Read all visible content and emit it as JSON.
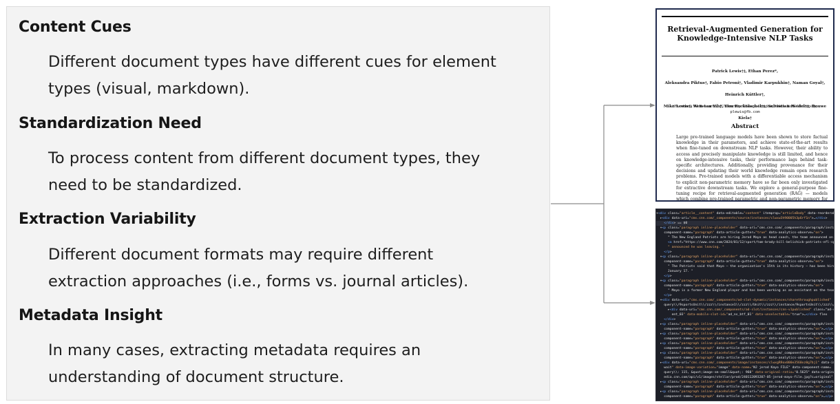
{
  "cues": [
    {
      "title": "Content Cues",
      "body_line1": "Different document types have different cues for element",
      "body_line2": "types (visual, markdown)."
    },
    {
      "title": "Standardization Need",
      "body_line1": "To process content from different document types, they",
      "body_line2": "need to be standardized."
    },
    {
      "title": "Extraction Variability",
      "body_line1": "Different document formats may require different",
      "body_line2": "extraction approaches (i.e., forms vs. journal articles)."
    },
    {
      "title": "Metadata Insight",
      "body_line1": "In many cases, extracting metadata requires an",
      "body_line2": "understanding of document structure."
    }
  ],
  "paper": {
    "title_line1": "Retrieval-Augmented Generation for",
    "title_line2": "Knowledge-Intensive NLP Tasks",
    "authors_line1": "Patrick Lewis†‡, Ethan Perez*,",
    "authors_line2": "Aleksandra Piktus†, Fabio Petroni†, Vladimir Karpukhin†, Naman Goyal†, Heinrich Küttler†,",
    "authors_line3": "Mike Lewis†, Wen-tau Yih†, Tim Rocktäschel†‡, Sebastian Riedel†‡, Douwe Kiela†",
    "affiliation_line1": "†Facebook AI Research; ‡University College London; *New York University;",
    "affiliation_line2": "plewis@fb.com",
    "abstract_heading": "Abstract",
    "abstract_text": "Large pre-trained language models have been shown to store factual knowledge in their parameters, and achieve state-of-the-art results when fine-tuned on downstream NLP tasks. However, their ability to access and precisely manipulate knowledge is still limited, and hence on knowledge-intensive tasks, their performance lags behind task-specific architectures. Additionally, providing provenance for their decisions and updating their world knowledge remain open research problems. Pre-trained models with a differentiable access mechanism to explicit non-parametric memory have so far been only investigated for extractive downstream tasks. We explore a general-purpose fine-tuning recipe for retrieval-augmented generation (RAG) — models which combine pre-trained parametric and non-parametric memory for language generation. We introduce RAG models where the parametric memory is a pre-trained seq2seq model and the non-parametric memory is a dense vector index of Wikipedia, accessed with a pre-trained neural retriever. We compare two RAG formulations, one which conditions on the same retrieved passages across the whole generated sequence, and another which can use different passages per token. We fine-tune and evaluate our models on a wide range of knowledge-"
  },
  "code_lines": [
    "▾<div class=\"article__content\" data-editable=\"content\" itemprop=\"articleBody\" data-reorderable",
    "  ▸<div data-uri=\"cms.cnn.com/_components/source/instances/clwxw3h90005h3p6rf1n\">…</div>",
    "    </div> == $0",
    "  ▾<p class=\"paragraph inline-placeholder\" data-uri=\"cms.cnn.com/_components/paragraph/instan",
    "    component-name=\"paragraph\" data-article-gutter=\"true\" data-analytics-observe=\"on\">",
    "      \" The New England Patriots are hiring Jerod Mayo as head coach, the team announced on Fr",
    "      <a href=\"https://www.cnn.com/2024/01/12/sport/tom-brady-bill-belichick-patriots-nfl-spt-",
    "      \" announced he was leaving. \"",
    "    </p>",
    "  ▾<p class=\"paragraph inline-placeholder\" data-uri=\"cms.cnn.com/_components/paragraph/instan",
    "    component-name=\"paragraph\" data-article-gutter=\"true\" data-analytics-observe=\"on\">",
    "      \" The Patriots said that Mayo – the organization's 15th in its history – has been hired",
    "      January 17. \"",
    "    </p>",
    "  ▾<p class=\"paragraph inline-placeholder\" data-uri=\"cms.cnn.com/_components/paragraph/instan",
    "    component-name=\"paragraph\" data-article-gutter=\"true\" data-analytics-observe=\"on\">",
    "      \" Mayo is a former New England player and has been working as an assistant on the team's",
    "    </p>",
    "  ▾<div data-uri=\"cms.cnn.com/_components/ad-slot-dynamic/instances/sharethroughpublished\" ",
    "    query\\\\/9sportsUnit\\\\/zzz\\\\/instance1\\\\/zzz\\\\/Unit\\\\/zzz\\\\/instance/9sportsUnit\\\\/zzz\\\\/",
    "      ▸<div data-uri=\"cms.cnn.com/_components/ad-slot/instances/cnn-v1published\" class=\"ad-sl",
    "        ent_03\" data-mobile-slot-id=\"ad_ns_btf_01\" data-unselectable=\"true\">…</div> flex",
    "    </div>",
    "  ▸<p class=\"paragraph inline-placeholder\" data-uri=\"cms.cnn.com/_components/paragraph/instan",
    "    component-name=\"paragraph\" data-article-gutter=\"true\" data-analytics-observe=\"on\">…</p>",
    "  ▸<p class=\"paragraph inline-placeholder\" data-uri=\"cms.cnn.com/_components/paragraph/instan",
    "    component-name=\"paragraph\" data-article-gutter=\"true\" data-analytics-observe=\"on\">…</p>",
    "  ▸<p class=\"paragraph inline-placeholder\" data-uri=\"cms.cnn.com/_components/paragraph/instan",
    "    component-name=\"paragraph\" data-article-gutter=\"true\" data-analytics-observe=\"on\">…</p>",
    "  ▸<p class=\"paragraph inline-placeholder\" data-uri=\"cms.cnn.com/_components/paragraph/instan",
    "    component-name=\"paragraph\" data-article-gutter=\"true\" data-analytics-observe=\"on\">…</p>",
    "  ▸<div data-uri=\"cms.cnn.com/_components/image/instances/clwxgR9ox000e3560xz0g7bj1\" data-ima",
    "    wait\" data-image-variation=\"image\" data-name=\"NJ jerod Kayo FILE\" data-component-name=",
    "    query\\\\: 115, &quot;image-sm-small&quot;: 960\" data-original-ratio=\"0.5625\" data-original",
    "    edia.cnn.com/api/v1/images/stellar/prod/240112093207-05-jerod-mayo-file.jpg?c=original\" d",
    "  ▸<p class=\"paragraph inline-placeholder\" data-uri=\"cms.cnn.com/_components/paragraph/instan",
    "    component-name=\"paragraph\" data-article-gutter=\"true\" data-analytics-observe=\"on\">…</p>",
    "  ▸<p class=\"paragraph inline-placeholder\" data-uri=\"cms.cnn.com/_components/paragraph/instan",
    "    component-name=\"paragraph\" data-article-gutter=\"true\" data-analytics-observe=\"on\">…</p>"
  ]
}
